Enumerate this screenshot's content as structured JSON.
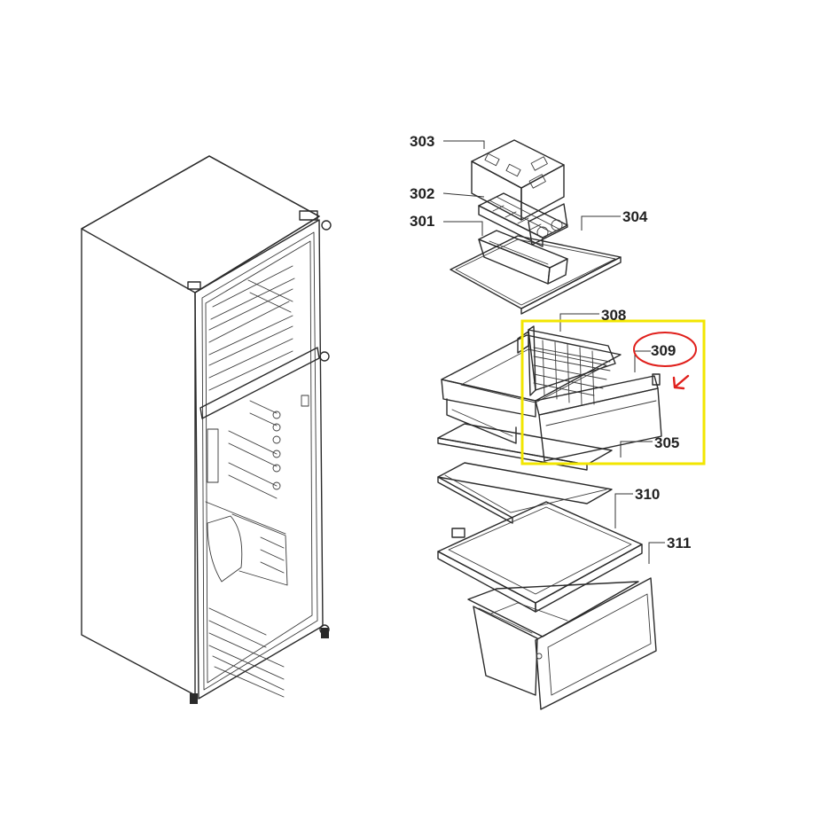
{
  "labels": {
    "p301": "301",
    "p302": "302",
    "p303": "303",
    "p304": "304",
    "p305": "305",
    "p308": "308",
    "p309": "309",
    "p310": "310",
    "p311": "311"
  },
  "colors": {
    "line": "#2a2a2a",
    "highlight_box": "#f2e600",
    "circle_marker": "#e0201c",
    "arrow_marker": "#e0201c",
    "background": "#ffffff"
  },
  "highlighted_part": "309"
}
